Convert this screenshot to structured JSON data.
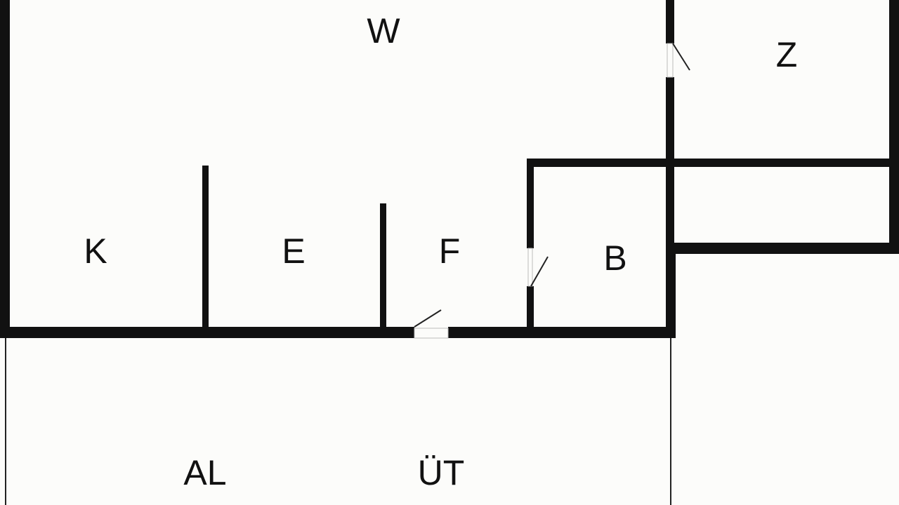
{
  "rooms": {
    "w": "W",
    "z": "Z",
    "k": "K",
    "e": "E",
    "f": "F",
    "b": "B",
    "al": "AL",
    "ut": "ÜT"
  }
}
